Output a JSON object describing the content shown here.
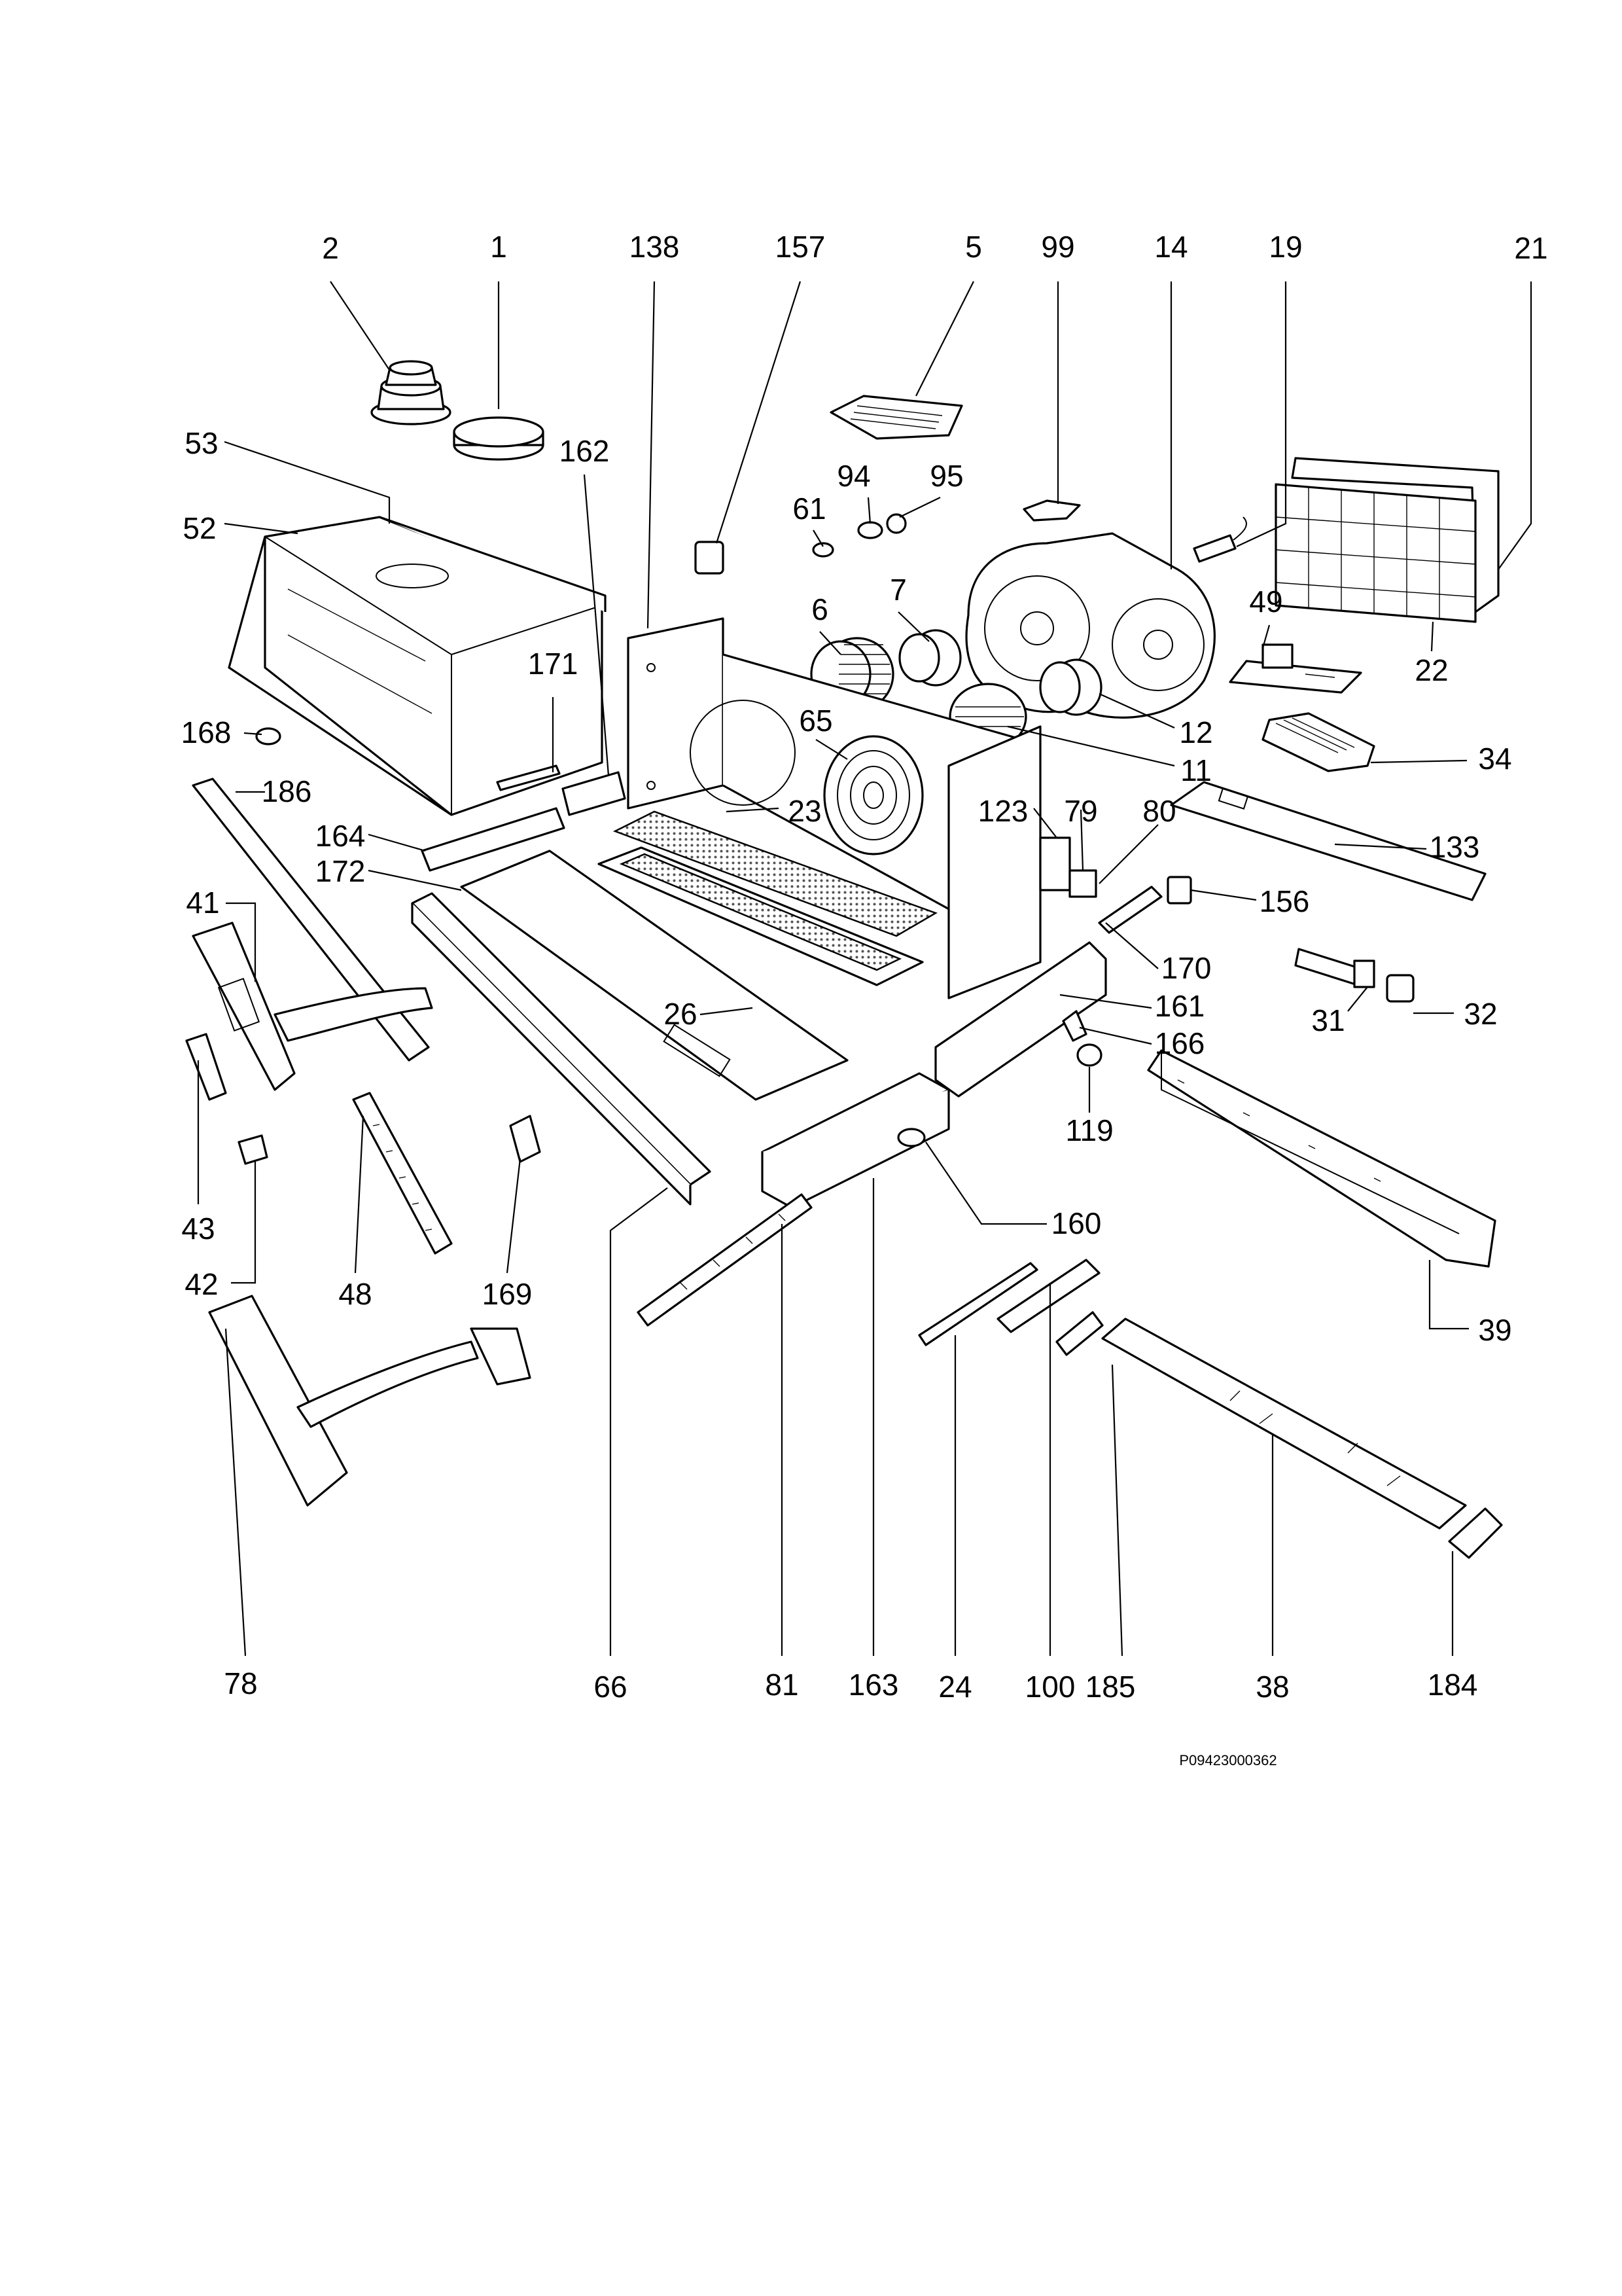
{
  "diagram": {
    "drawing_code": "P09423000362",
    "callouts": [
      "2",
      "1",
      "138",
      "157",
      "5",
      "99",
      "14",
      "19",
      "21",
      "53",
      "162",
      "94",
      "95",
      "61",
      "52",
      "6",
      "7",
      "49",
      "22",
      "171",
      "65",
      "168",
      "12",
      "186",
      "11",
      "34",
      "23",
      "123",
      "79",
      "80",
      "164",
      "133",
      "172",
      "156",
      "41",
      "170",
      "26",
      "161",
      "31",
      "32",
      "166",
      "119",
      "160",
      "43",
      "42",
      "48",
      "169",
      "39",
      "78",
      "66",
      "81",
      "163",
      "24",
      "100",
      "185",
      "38",
      "184"
    ]
  }
}
